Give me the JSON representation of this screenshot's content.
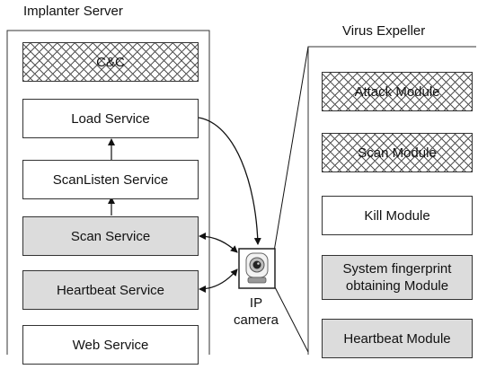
{
  "implanter": {
    "title": "Implanter Server",
    "boxes": {
      "cnc": "C&C",
      "load": "Load Service",
      "scanlisten": "ScanListen Service",
      "scan": "Scan Service",
      "heartbeat": "Heartbeat Service",
      "web": "Web Service"
    }
  },
  "expeller": {
    "title": "Virus Expeller",
    "modules": {
      "attack": "Attack Module",
      "scan": "Scan Module",
      "kill": "Kill Module",
      "fingerprint_line1": "System fingerprint",
      "fingerprint_line2": "obtaining Module",
      "heartbeat": "Heartbeat Module"
    }
  },
  "camera": {
    "label_line1": "IP",
    "label_line2": "camera",
    "icon": "ip-camera-icon"
  },
  "colors": {
    "line": "#111111",
    "gray_fill": "#dcdcdc"
  }
}
